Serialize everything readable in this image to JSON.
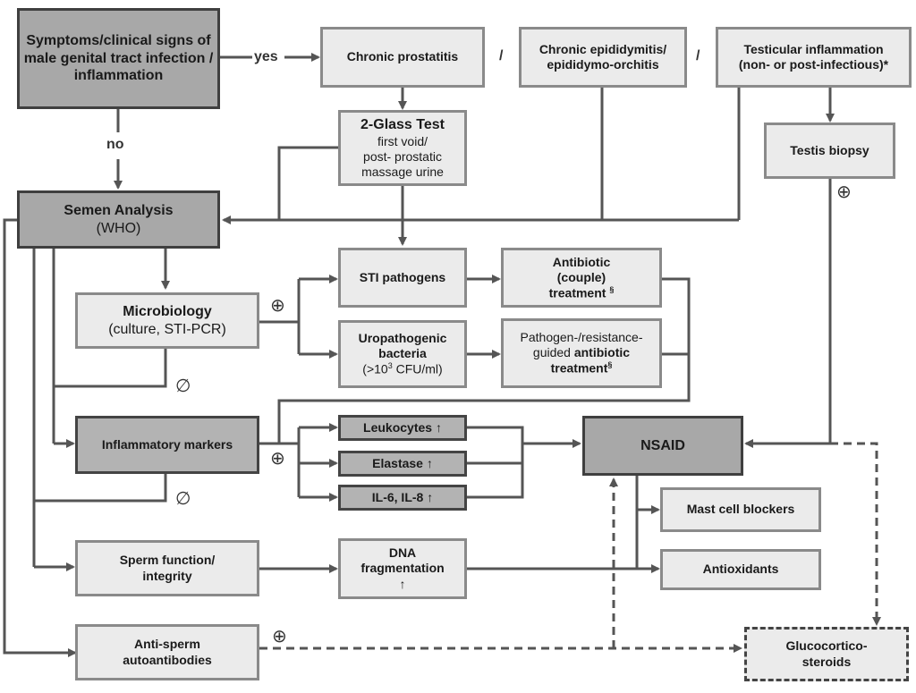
{
  "nodes": {
    "symptoms": {
      "line1": "Symptoms/clinical signs of",
      "line2": "male genital tract infection /",
      "line3": "inflammation"
    },
    "chronic_prostatitis": {
      "label": "Chronic prostatitis"
    },
    "chronic_epididymitis": {
      "line1": "Chronic epididymitis/",
      "line2": "epididymo-orchitis"
    },
    "testicular_inflammation": {
      "line1": "Testicular inflammation",
      "line2": "(non- or post-infectious)*"
    },
    "two_glass_test": {
      "title": "2-Glass Test",
      "line1": "first void/",
      "line2": "post- prostatic",
      "line3": "massage urine"
    },
    "testis_biopsy": {
      "label": "Testis biopsy"
    },
    "semen_analysis": {
      "title": "Semen Analysis",
      "sub": "(WHO)"
    },
    "sti_pathogens": {
      "label": "STI pathogens"
    },
    "antibiotic_couple": {
      "line1": "Antibiotic",
      "line2": "(couple)",
      "line3": "treatment",
      "sup": "§"
    },
    "microbiology": {
      "title": "Microbiology",
      "sub": "(culture, STI-PCR)"
    },
    "uropathogenic": {
      "line1": "Uropathogenic",
      "line2": "bacteria",
      "sub_pre": "(>10",
      "sub_sup": "3",
      "sub_post": " CFU/ml)"
    },
    "pathogen_guided": {
      "line1": "Pathogen-/resistance-",
      "line2_pre": "guided ",
      "line2_bold": "antibiotic",
      "line3": "treatment",
      "sup": "§"
    },
    "inflammatory_markers": {
      "label": "Inflammatory  markers"
    },
    "leukocytes": {
      "label": "Leukocytes ↑"
    },
    "elastase": {
      "label": "Elastase ↑"
    },
    "il6_il8": {
      "label": "IL-6, IL-8 ↑"
    },
    "nsaid": {
      "label": "NSAID"
    },
    "mast_cell_blockers": {
      "label": "Mast cell blockers"
    },
    "sperm_function": {
      "line1": "Sperm function/",
      "line2": "integrity"
    },
    "dna_fragmentation": {
      "line1": "DNA",
      "line2": "fragmentation",
      "line3": "↑"
    },
    "antioxidants": {
      "label": "Antioxidants"
    },
    "anti_sperm": {
      "line1": "Anti-sperm",
      "line2": "autoantibodies"
    },
    "glucocorticosteroids": {
      "line1": "Glucocortico-",
      "line2": "steroids"
    }
  },
  "labels": {
    "yes": "yes",
    "no": "no",
    "slash1": "/",
    "slash2": "/",
    "plus_microbiology": "⊕",
    "empty_microbiology": "∅",
    "plus_inflammatory": "⊕",
    "empty_inflammatory": "∅",
    "plus_biopsy": "⊕",
    "plus_antisperm": "⊕"
  },
  "colors": {
    "line": "#555555",
    "dark_box": "#a8a8a8",
    "light_box": "#ebebeb"
  }
}
